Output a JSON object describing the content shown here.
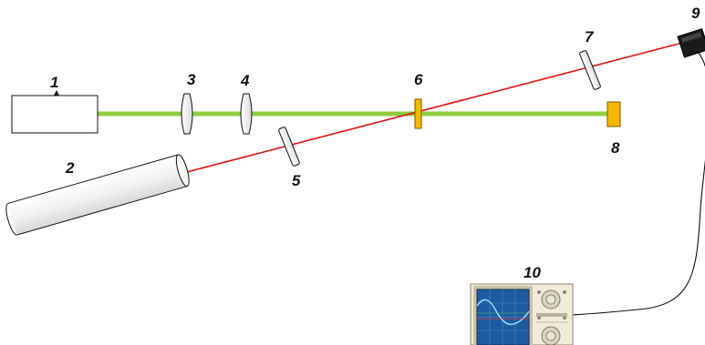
{
  "labels": {
    "l1": "1",
    "l2": "2",
    "l3": "3",
    "l4": "4",
    "l5": "5",
    "l6": "6",
    "l7": "7",
    "l8": "8",
    "l9": "9",
    "l10": "10"
  },
  "colors": {
    "green_beam": "#8fcd3f",
    "red_beam": "#e01010",
    "crystal": "#f5b800",
    "detector": "#1a1a1a",
    "scope_body": "#f1ecd8",
    "scope_screen": "#1d5aa0"
  }
}
